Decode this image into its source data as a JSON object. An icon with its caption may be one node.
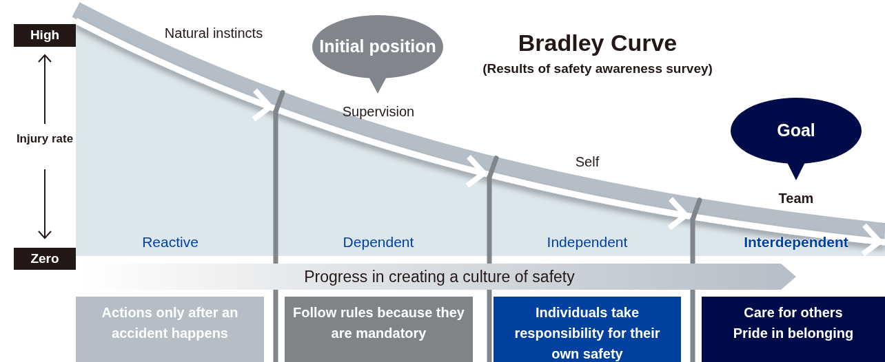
{
  "diagram": {
    "title": "Bradley Curve",
    "nodes": [
      {
        "text": [
          "High"
        ]
      },
      {
        "text": [
          "Zero"
        ]
      },
      {
        "text": [
          "Initial position"
        ]
      },
      {
        "text": [
          "Goal"
        ]
      },
      {
        "text": [
          "Progress in creating a culture of safety"
        ]
      },
      {
        "text": [
          "Actions only after an accident happens"
        ]
      },
      {
        "text": [
          "Follow rules because they are mandatory"
        ]
      },
      {
        "text": [
          "Individuals take responsibility for their own safety"
        ]
      },
      {
        "text": [
          "Care for others",
          "Pride in belonging"
        ]
      }
    ],
    "edges": [],
    "labels": [
      "Natural instincts",
      "(Results of safety awareness survey)",
      "Supervision",
      "Injury rate",
      "Self",
      "Team",
      "Reactive",
      "Dependent",
      "Independent",
      "Interdependent"
    ]
  }
}
